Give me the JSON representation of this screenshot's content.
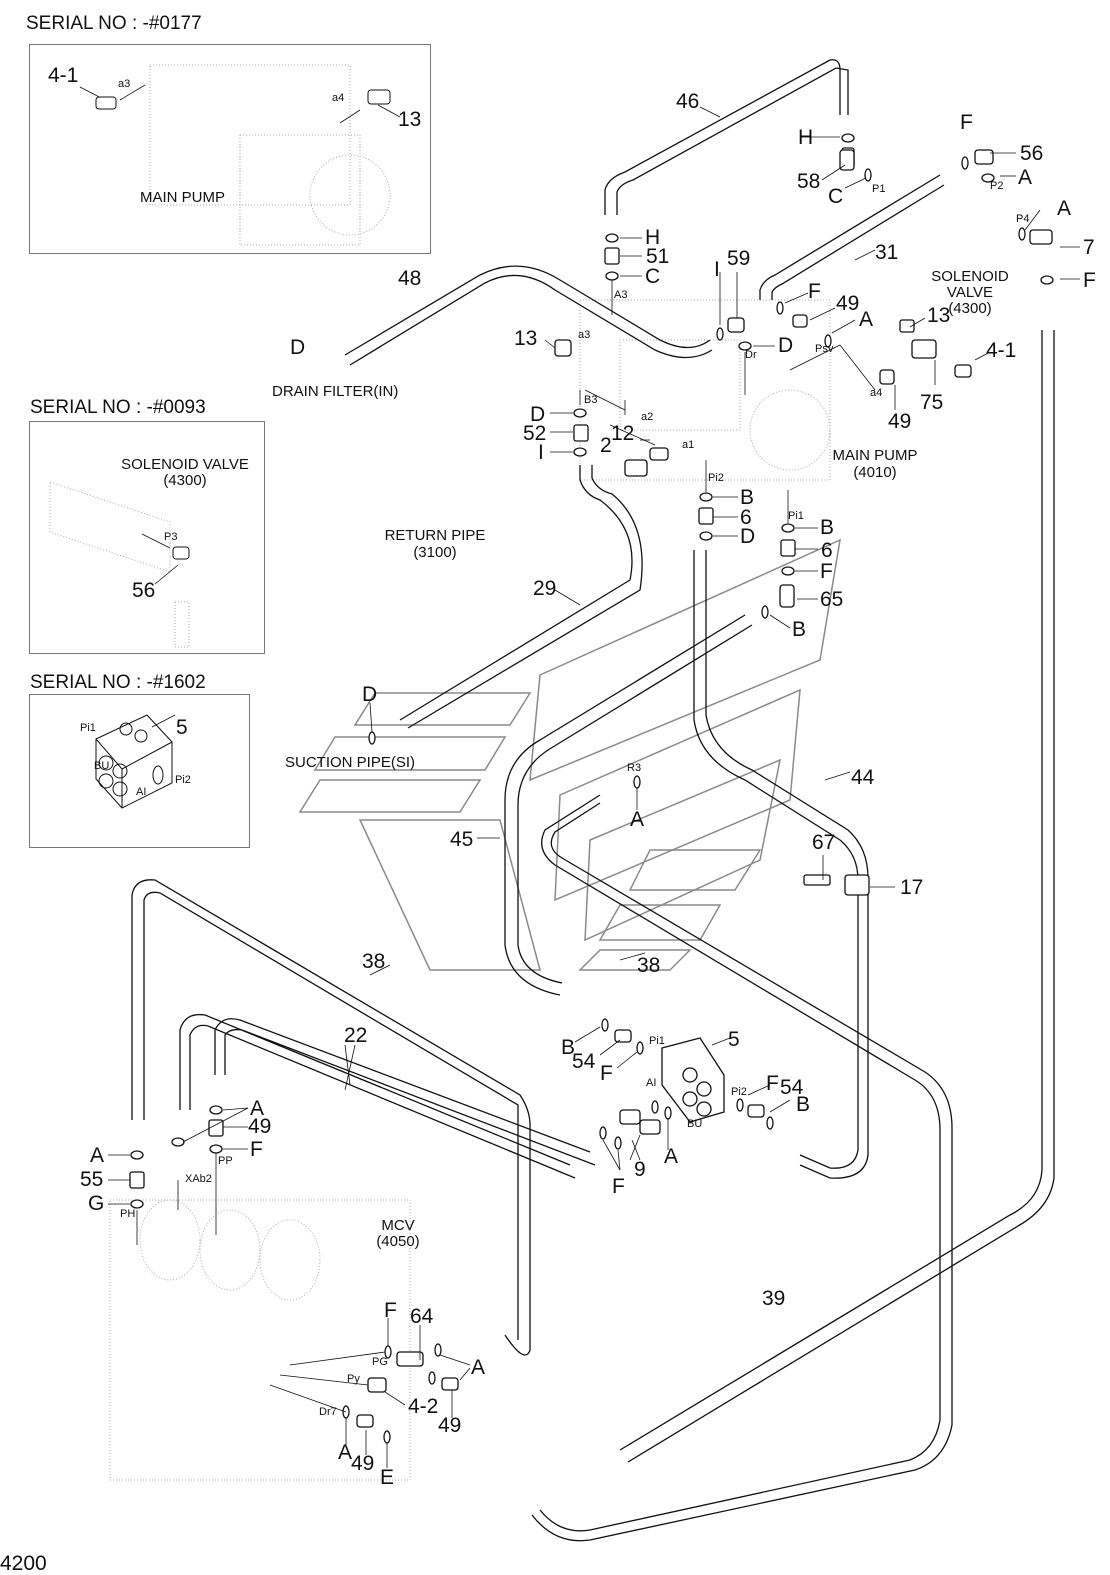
{
  "insets": [
    {
      "title": "SERIAL NO : -#0177",
      "component_label": "MAIN PUMP",
      "callouts": [
        {
          "num": "4-1",
          "port": "a3"
        },
        {
          "num": "13",
          "port": "a4"
        }
      ]
    },
    {
      "title": "SERIAL NO : -#0093",
      "component_label": "SOLENOID VALVE",
      "component_code": "(4300)",
      "callouts": [
        {
          "num": "56",
          "port": "P3"
        }
      ]
    },
    {
      "title": "SERIAL NO : -#1602",
      "callouts": [
        {
          "num": "5"
        }
      ],
      "ports": [
        "Pi1",
        "BU",
        "AI",
        "Pi2"
      ]
    }
  ],
  "components": {
    "main_pump": {
      "name": "MAIN PUMP",
      "code": "(4010)"
    },
    "solenoid_valve": {
      "name1": "SOLENOID",
      "name2": "VALVE",
      "code": "(4300)"
    },
    "return_pipe": {
      "name": "RETURN PIPE",
      "code": "(3100)"
    },
    "mcv": {
      "name": "MCV",
      "code": "(4050)"
    },
    "drain_filter": "DRAIN FILTER(IN)",
    "suction_pipe": "SUCTION PIPE(SI)"
  },
  "callouts": {
    "c46": "46",
    "c48": "48",
    "c31": "31",
    "c29": "29",
    "c44": "44",
    "c45": "45",
    "c38a": "38",
    "c38b": "38",
    "c22": "22",
    "c39": "39",
    "c17": "17",
    "c67": "67",
    "c58": "58",
    "c56": "56",
    "c7": "7",
    "c51": "51",
    "c59": "59",
    "c49a": "49",
    "c13": "13",
    "c41a": "4-1",
    "c75": "75",
    "c49b": "49",
    "c13b": "13",
    "c52": "52",
    "c12": "12",
    "c2": "2",
    "c6a": "6",
    "c6b": "6",
    "c65": "65",
    "c5": "5",
    "c54a": "54",
    "c54b": "54",
    "c9": "9",
    "c49c": "49",
    "c55": "55",
    "c64": "64",
    "c42": "4-2",
    "c49d": "49",
    "c49e": "49"
  },
  "letters": {
    "H1": "H",
    "H2": "H",
    "C1": "C",
    "C2": "C",
    "F1": "F",
    "A1": "A",
    "A2": "A",
    "F2": "F",
    "I1": "I",
    "F3": "F",
    "A3": "A",
    "D1": "D",
    "D2": "D",
    "D3": "D",
    "I2": "I",
    "B1": "B",
    "D4": "D",
    "B2": "B",
    "F4": "F",
    "B3": "B",
    "D5": "D",
    "A4": "A",
    "B4": "B",
    "F5": "F",
    "F6": "F",
    "B5": "B",
    "A5": "A",
    "F7": "F",
    "A6": "A",
    "F8": "F",
    "A7": "A",
    "G1": "G",
    "F9": "F",
    "A8": "A",
    "A9": "A",
    "E1": "E"
  },
  "ports": {
    "P1": "P1",
    "P2": "P2",
    "P4": "P4",
    "A3": "A3",
    "a3": "a3",
    "Dr": "Dr",
    "Psv": "Psv",
    "a4": "a4",
    "B3": "B3",
    "a2": "a2",
    "a1": "a1",
    "Pi2": "Pi2",
    "Pi1": "Pi1",
    "R3": "R3",
    "Pi1b": "Pi1",
    "AI": "AI",
    "BU": "BU",
    "Pi2b": "Pi2",
    "PP": "PP",
    "XAb2": "XAb2",
    "PH": "PH",
    "PG": "PG",
    "Py": "Py",
    "Dr7": "Dr7"
  },
  "page_code": "4200"
}
